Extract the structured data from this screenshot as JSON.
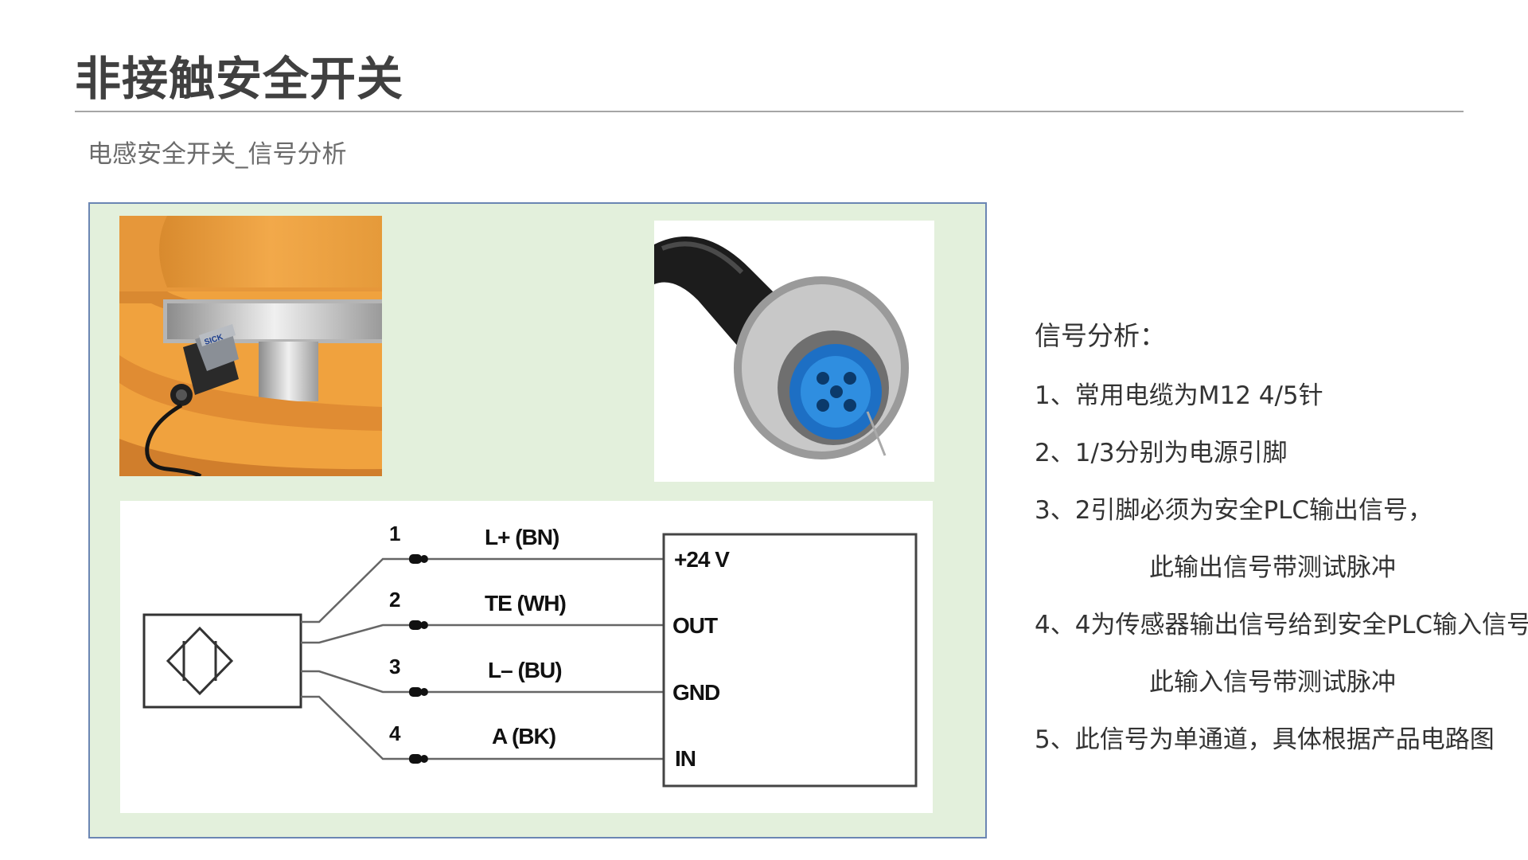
{
  "title": "非接触安全开关",
  "subtitle": "电感安全开关_信号分析",
  "diagram": {
    "pins": [
      {
        "num": "1",
        "wire": "L+ (BN)",
        "terminal": "+24 V"
      },
      {
        "num": "2",
        "wire": "TE (WH)",
        "terminal": "OUT"
      },
      {
        "num": "3",
        "wire": "L– (BU)",
        "terminal": "GND"
      },
      {
        "num": "4",
        "wire": "A (BK)",
        "terminal": "IN"
      }
    ],
    "sensor_logo": "SICK"
  },
  "analysis": {
    "heading": "信号分析：",
    "items": [
      "1、常用电缆为M12 4/5针",
      "2、1/3分别为电源引脚",
      "3、2引脚必须为安全PLC输出信号，",
      "此输出信号带测试脉冲",
      "4、4为传感器输出信号给到安全PLC输入信号",
      "此输入信号带测试脉冲",
      "5、此信号为单通道，具体根据产品电路图"
    ]
  }
}
